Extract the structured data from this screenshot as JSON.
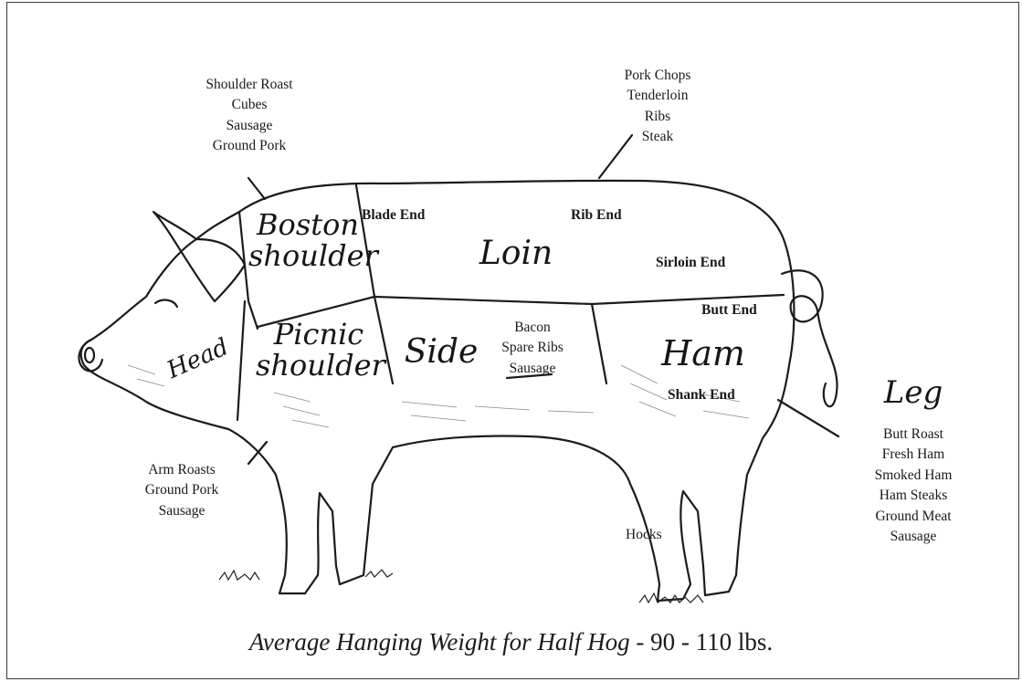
{
  "labels": {
    "shoulder_cuts": [
      "Shoulder Roast",
      "Cubes",
      "Sausage",
      "Ground Pork"
    ],
    "loin_cuts": [
      "Pork Chops",
      "Tenderloin",
      "Ribs",
      "Steak"
    ],
    "arm_cuts": [
      "Arm Roasts",
      "Ground Pork",
      "Sausage"
    ],
    "leg_cuts": [
      "Butt Roast",
      "Fresh Ham",
      "Smoked Ham",
      "Ham Steaks",
      "Ground Meat",
      "Sausage"
    ],
    "side_cuts": [
      "Bacon",
      "Spare Ribs",
      "Sausage"
    ]
  },
  "regions": {
    "boston_1": "Boston",
    "boston_2": "shoulder",
    "picnic_1": "Picnic",
    "picnic_2": "shoulder",
    "loin": "Loin",
    "side": "Side",
    "ham": "Ham",
    "head": "Head",
    "leg": "Leg"
  },
  "subregions": {
    "blade_end": "Blade End",
    "rib_end": "Rib End",
    "sirloin_end": "Sirloin End",
    "butt_end": "Butt End",
    "shank_end": "Shank End",
    "hocks": "Hocks"
  },
  "footer": {
    "label": "Average Hanging Weight for Half Hog -",
    "value": "90 - 110 lbs."
  },
  "colors": {
    "ink": "#1a1a1a",
    "background": "#ffffff"
  }
}
